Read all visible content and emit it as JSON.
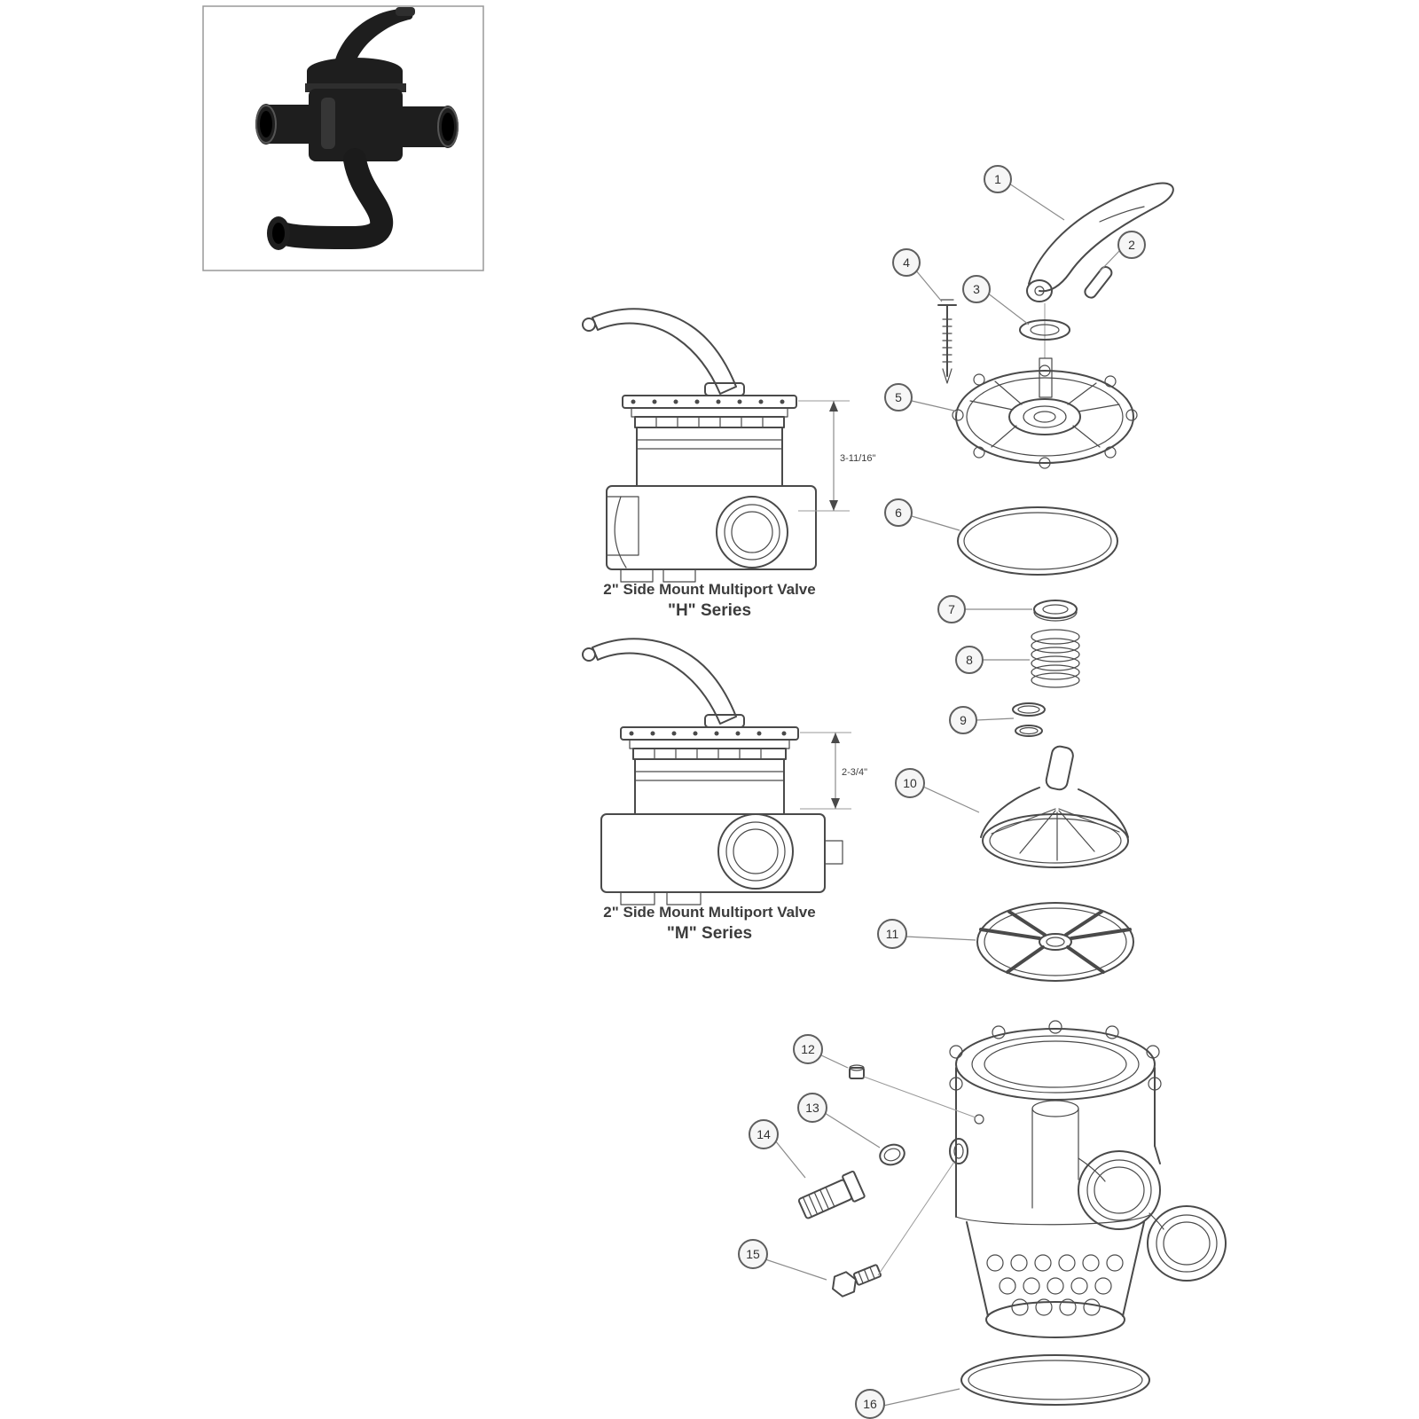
{
  "page": {
    "background": "#ffffff"
  },
  "colors": {
    "line": "#4a4a4a",
    "callout_fill": "#f6f6f6",
    "callout_stroke": "#5f5f5f",
    "text": "#3c3c3c"
  },
  "photo": {
    "description": "assembled multiport valve product photo"
  },
  "h_series": {
    "caption_line1": "2\" Side Mount Multiport Valve",
    "caption_line2": "\"H\" Series",
    "dimension": "3-11/16\""
  },
  "m_series": {
    "caption_line1": "2\" Side Mount Multiport Valve",
    "caption_line2": "\"M\" Series",
    "dimension": "2-3/4\""
  },
  "callouts": [
    {
      "n": "1"
    },
    {
      "n": "2"
    },
    {
      "n": "3"
    },
    {
      "n": "4"
    },
    {
      "n": "5"
    },
    {
      "n": "6"
    },
    {
      "n": "7"
    },
    {
      "n": "8"
    },
    {
      "n": "9"
    },
    {
      "n": "10"
    },
    {
      "n": "11"
    },
    {
      "n": "12"
    },
    {
      "n": "13"
    },
    {
      "n": "14"
    },
    {
      "n": "15"
    },
    {
      "n": "16"
    }
  ]
}
